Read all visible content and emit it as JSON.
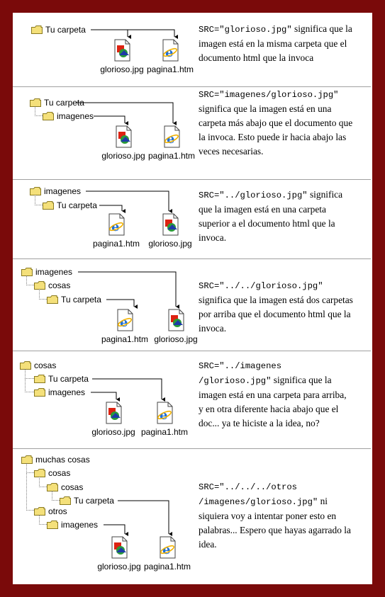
{
  "files": {
    "img": "glorioso.jpg",
    "htm": "pagina1.htm"
  },
  "sections": [
    {
      "folders": [
        "Tu carpeta"
      ],
      "code": "SRC=\"glorioso.jpg\"",
      "text": " significa que la imagen está en la misma carpeta que el documento html que la invoca"
    },
    {
      "folders": [
        "Tu carpeta",
        "imagenes"
      ],
      "code": "SRC=\"imagenes/glorioso.jpg\"",
      "text": " significa que la imagen está en una carpeta más abajo que el documento que la invoca. Esto puede ir hacia abajo las veces necesarias."
    },
    {
      "folders": [
        "imagenes",
        "Tu carpeta"
      ],
      "code": "SRC=\"../glorioso.jpg\"",
      "text": " significa que la imagen está en una carpeta superior a el documento html que la invoca."
    },
    {
      "folders": [
        "imagenes",
        "cosas",
        "Tu carpeta"
      ],
      "code": "SRC=\"../../glorioso.jpg\"",
      "text": " significa que la imagen está dos carpetas por arriba que el documento html que la invoca."
    },
    {
      "folders": [
        "cosas",
        "Tu carpeta",
        "imagenes"
      ],
      "code": "SRC=\"../imagenes /glorioso.jpg\"",
      "text": " significa que la imagen está en una carpeta para arriba, y en otra diferente hacia abajo que el doc... ya te hiciste a la idea, no?"
    },
    {
      "folders": [
        "muchas cosas",
        "cosas",
        "cosas",
        "Tu carpeta",
        "otros",
        "imagenes"
      ],
      "code": "SRC=\"../../../otros /imagenes/glorioso.jpg\"",
      "text": " ni siquiera voy a intentar poner esto en palabras... Espero que hayas agarrado la idea."
    }
  ],
  "colors": {
    "border": "#7a0a0a",
    "folder": "#f4e07a",
    "folder_edge": "#8a7a20"
  }
}
